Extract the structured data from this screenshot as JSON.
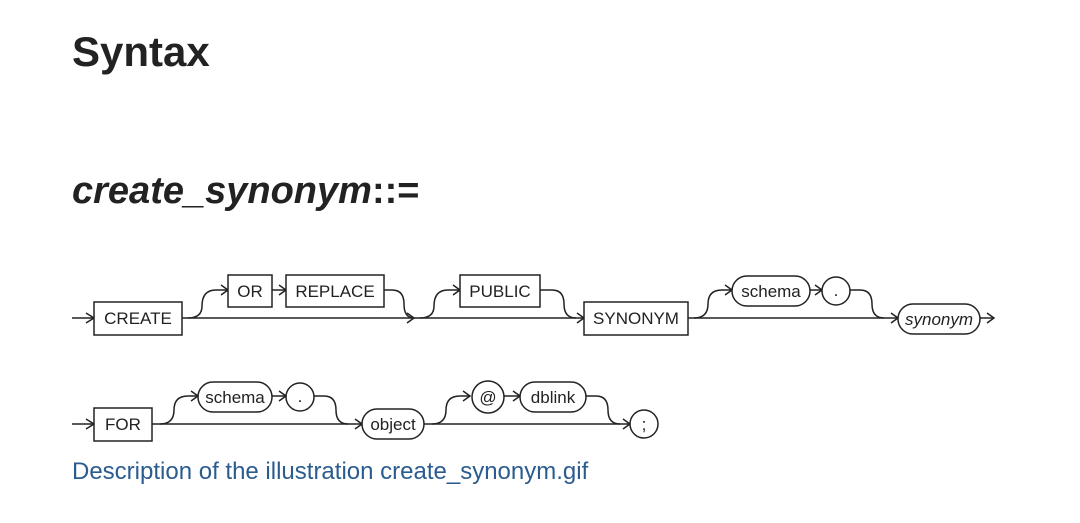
{
  "heading": "Syntax",
  "rule": {
    "name": "create_synonym",
    "operator": "::="
  },
  "diagram": {
    "row1": {
      "create": "CREATE",
      "or": "OR",
      "replace": "REPLACE",
      "public": "PUBLIC",
      "synonym_kw": "SYNONYM",
      "schema": "schema",
      "dot": ".",
      "synonym": "synonym"
    },
    "row2": {
      "for": "FOR",
      "schema": "schema",
      "dot": ".",
      "object": "object",
      "at": "@",
      "dblink": "dblink",
      "semicolon": ";"
    }
  },
  "link": {
    "text": "Description of the illustration create_synonym.gif"
  },
  "colors": {
    "text": "#222222",
    "link": "#2b5c8f"
  }
}
